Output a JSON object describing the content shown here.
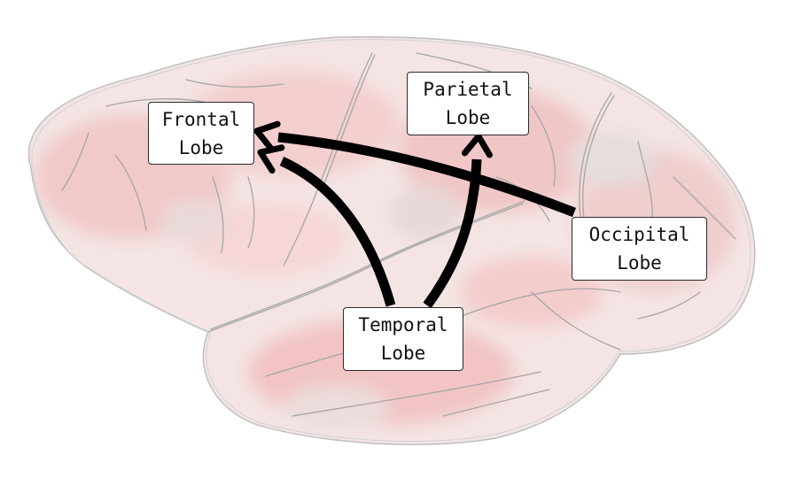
{
  "lobes": {
    "frontal": {
      "line1": "Frontal",
      "line2": "Lobe"
    },
    "parietal": {
      "line1": "Parietal",
      "line2": "Lobe"
    },
    "occipital": {
      "line1": "Occipital",
      "line2": "Lobe"
    },
    "temporal": {
      "line1": "Temporal",
      "line2": "Lobe"
    }
  },
  "connections": [
    {
      "from": "occipital",
      "to": "frontal"
    },
    {
      "from": "temporal",
      "to": "frontal"
    },
    {
      "from": "temporal",
      "to": "parietal"
    }
  ],
  "colors": {
    "brain_fill": "#f6dede",
    "brain_outline": "#b9b9b9",
    "sulci": "#9a9a9a",
    "arrow": "#000000",
    "box_border": "#2a2a2a"
  },
  "icons": {
    "background": "brain-sketch-icon"
  }
}
